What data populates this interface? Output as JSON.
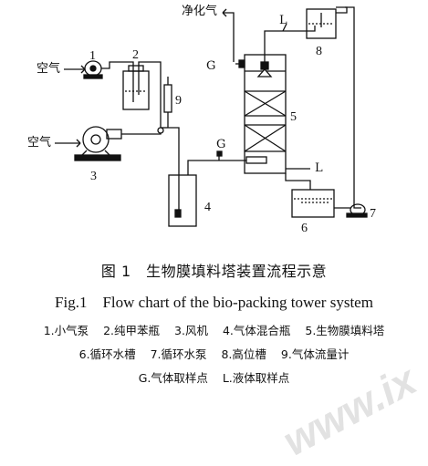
{
  "labels": {
    "clean_gas": "净化气",
    "air_1": "空气",
    "air_2": "空气",
    "g_top": "G",
    "g_mid": "G",
    "l_top": "L",
    "l_mid": "L"
  },
  "numbers": {
    "n1": "1",
    "n2": "2",
    "n3": "3",
    "n4": "4",
    "n5": "5",
    "n6": "6",
    "n7": "7",
    "n8": "8",
    "n9": "9"
  },
  "caption": {
    "zh": "图 1　生物膜填料塔装置流程示意",
    "en": "Fig.1　Flow chart of the bio-packing tower system"
  },
  "legend": {
    "row1": [
      "1.小气泵",
      "2.纯甲苯瓶",
      "3.风机",
      "4.气体混合瓶",
      "5.生物膜填料塔"
    ],
    "row2": [
      "6.循环水槽",
      "7.循环水泵",
      "8.高位槽",
      "9.气体流量计"
    ],
    "row3": [
      "G.气体取样点",
      "L.液体取样点"
    ]
  },
  "watermark": "www.ix"
}
